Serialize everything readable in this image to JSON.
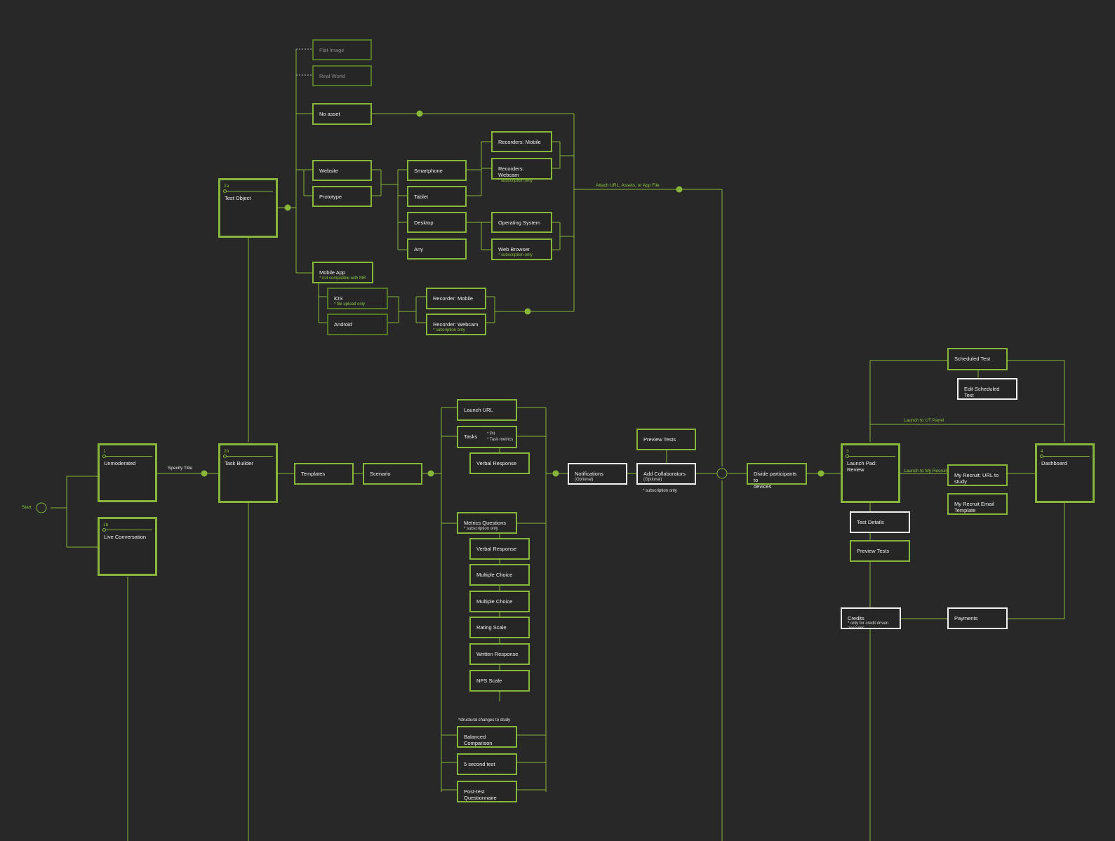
{
  "colors": {
    "background": "#282828",
    "accent": "#87b63a",
    "accent_dim": "#587a27",
    "white": "#f2f2f2"
  },
  "nodes": {
    "start": "Start",
    "unmoderated": {
      "num": "1",
      "label": "Unmoderated"
    },
    "live_conversation": {
      "num": "1b",
      "label": "Live Conversation"
    },
    "specify_title": "Specify Title",
    "test_object": {
      "num": "2a",
      "label": "Test Object"
    },
    "task_builder": {
      "num": "2b",
      "label": "Task Builder"
    },
    "flat_image": "Flat Image",
    "real_world": "Real World",
    "no_asset": "No asset",
    "website": "Website",
    "prototype": "Prototype",
    "smartphone": "Smartphone",
    "tablet": "Tablet",
    "desktop": "Desktop",
    "any": "Any",
    "recorders_mobile": "Recorders: Mobile",
    "recorders_webcam": {
      "label": "Recorders: Webcam",
      "note": "* subscription only"
    },
    "operating_system": "Operating System",
    "web_browser": {
      "label": "Web Browser",
      "note": "* subscription only"
    },
    "mobile_app": {
      "label": "Mobile App",
      "note": "* not compatible with MR"
    },
    "ios": {
      "label": "iOS",
      "note": "* file upload only"
    },
    "android": "Android",
    "recorder_mobile": "Recorder: Mobile",
    "recorder_webcam": {
      "label": "Recorder: Webcam",
      "note": "* subcription only"
    },
    "attach_label": "Attach URL, Assets,  or App File",
    "templates": "Templates",
    "scenario": "Scenario",
    "launch_url": "Launch URL",
    "tasks": {
      "label": "Tasks",
      "note1": "* PII",
      "note2": "* Task metrics"
    },
    "verbal_response_1": "Verbal Response",
    "metrics_questions": {
      "label": "Metrics Questions",
      "note": "* subscription only"
    },
    "verbal_response_2": "Verbal Response",
    "multiple_choice_1": "Multiple Choice",
    "multiple_choice_2": "Multiple Choice",
    "rating_scale": "Rating Scale",
    "written_response": "Written Response",
    "nps_scale": "NPS Scale",
    "structural_note": "*structural changes to study",
    "balanced_comparison": "Balanced Comparison",
    "five_second_test": "5 second test",
    "post_test_questionnaire": "Post-test Questionnaire",
    "notifications": {
      "label": "Notifications",
      "note": "(Optional)"
    },
    "preview_tests_1": "Preview Tests",
    "add_collaborators": {
      "label": "Add Collaborators",
      "note": "(Optional)"
    },
    "subscription_only_note": "* subscription only",
    "divide_participants": {
      "line1": "Divide participants to",
      "line2": "devices"
    },
    "launch_pad": {
      "num": "3",
      "line1": "Launch Pad:",
      "line2": "Review"
    },
    "test_details": "Test Details",
    "preview_tests_2": "Preview Tests",
    "credits": {
      "label": "Credits",
      "note1": "* only for credit driven",
      "note2": "accounts"
    },
    "payments": "Payments",
    "launch_to_my_recruit": "Launch to  My Recruit",
    "launch_to_ut_panel": "Launch to UT Panel",
    "scheduled_test": "Scheduled Test",
    "edit_scheduled_test": "Edit Scheduled Test",
    "my_recruit_url": {
      "line1": "My Recruit: URL to",
      "line2": "study"
    },
    "my_recruit_email": {
      "line1": "My Recruit Email",
      "line2": "Template"
    },
    "dashboard": {
      "num": "4",
      "label": "Dashboard"
    }
  }
}
